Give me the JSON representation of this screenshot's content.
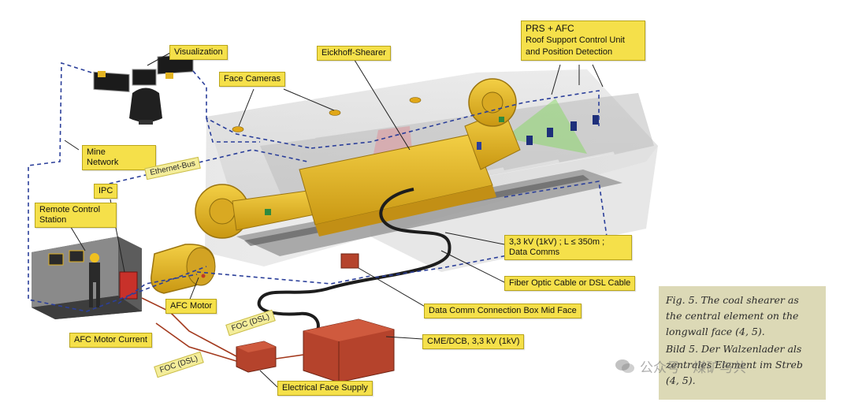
{
  "labels": {
    "visualization": "Visualization",
    "eickhoff_shearer": "Eickhoff-Shearer",
    "prs_afc": "PRS + AFC",
    "roof_support": "Roof Support Control Unit",
    "position_detection": "and Position Detection",
    "face_cameras": "Face Cameras",
    "mine_network_1": "Mine",
    "mine_network_2": "Network",
    "ethernet_bus": "Ethernet-Bus",
    "ipc": "IPC",
    "remote_control_1": "Remote Control",
    "remote_control_2": "Station",
    "power_1": "3,3 kV (1kV) ;   L ≤ 350m ;",
    "power_2": "Data Comms",
    "fiber_optic": "Fiber Optic Cable or DSL Cable",
    "afc_motor": "AFC Motor",
    "data_comm_box": "Data Comm Connection Box Mid Face",
    "afc_motor_current": "AFC Motor Current",
    "foc_dsl_1": "FOC (DSL)",
    "foc_dsl_2": "FOC (DSL)",
    "cme_dcb": "CME/DCB,  3,3 kV (1kV)",
    "electrical_face_supply": "Electrical Face Supply"
  },
  "caption": {
    "line1": "Fig. 5.  The coal shearer as",
    "line2": "the central element on the",
    "line3": "longwall face (4, 5).",
    "line4": "Bild 5.  Der Walzenlader als",
    "line5": "zentrales Element im Streb",
    "line6": "(4, 5)."
  },
  "watermark": "公众号 · 煤矿与共",
  "colors": {
    "label_fill": "#f5e04a",
    "shearer_yellow": "#e6b81e",
    "network_dash": "#2b3f9a",
    "supply_cable": "#a33a1e",
    "equipment_red": "#b5432c",
    "caption_bg": "#dcd9b6"
  }
}
